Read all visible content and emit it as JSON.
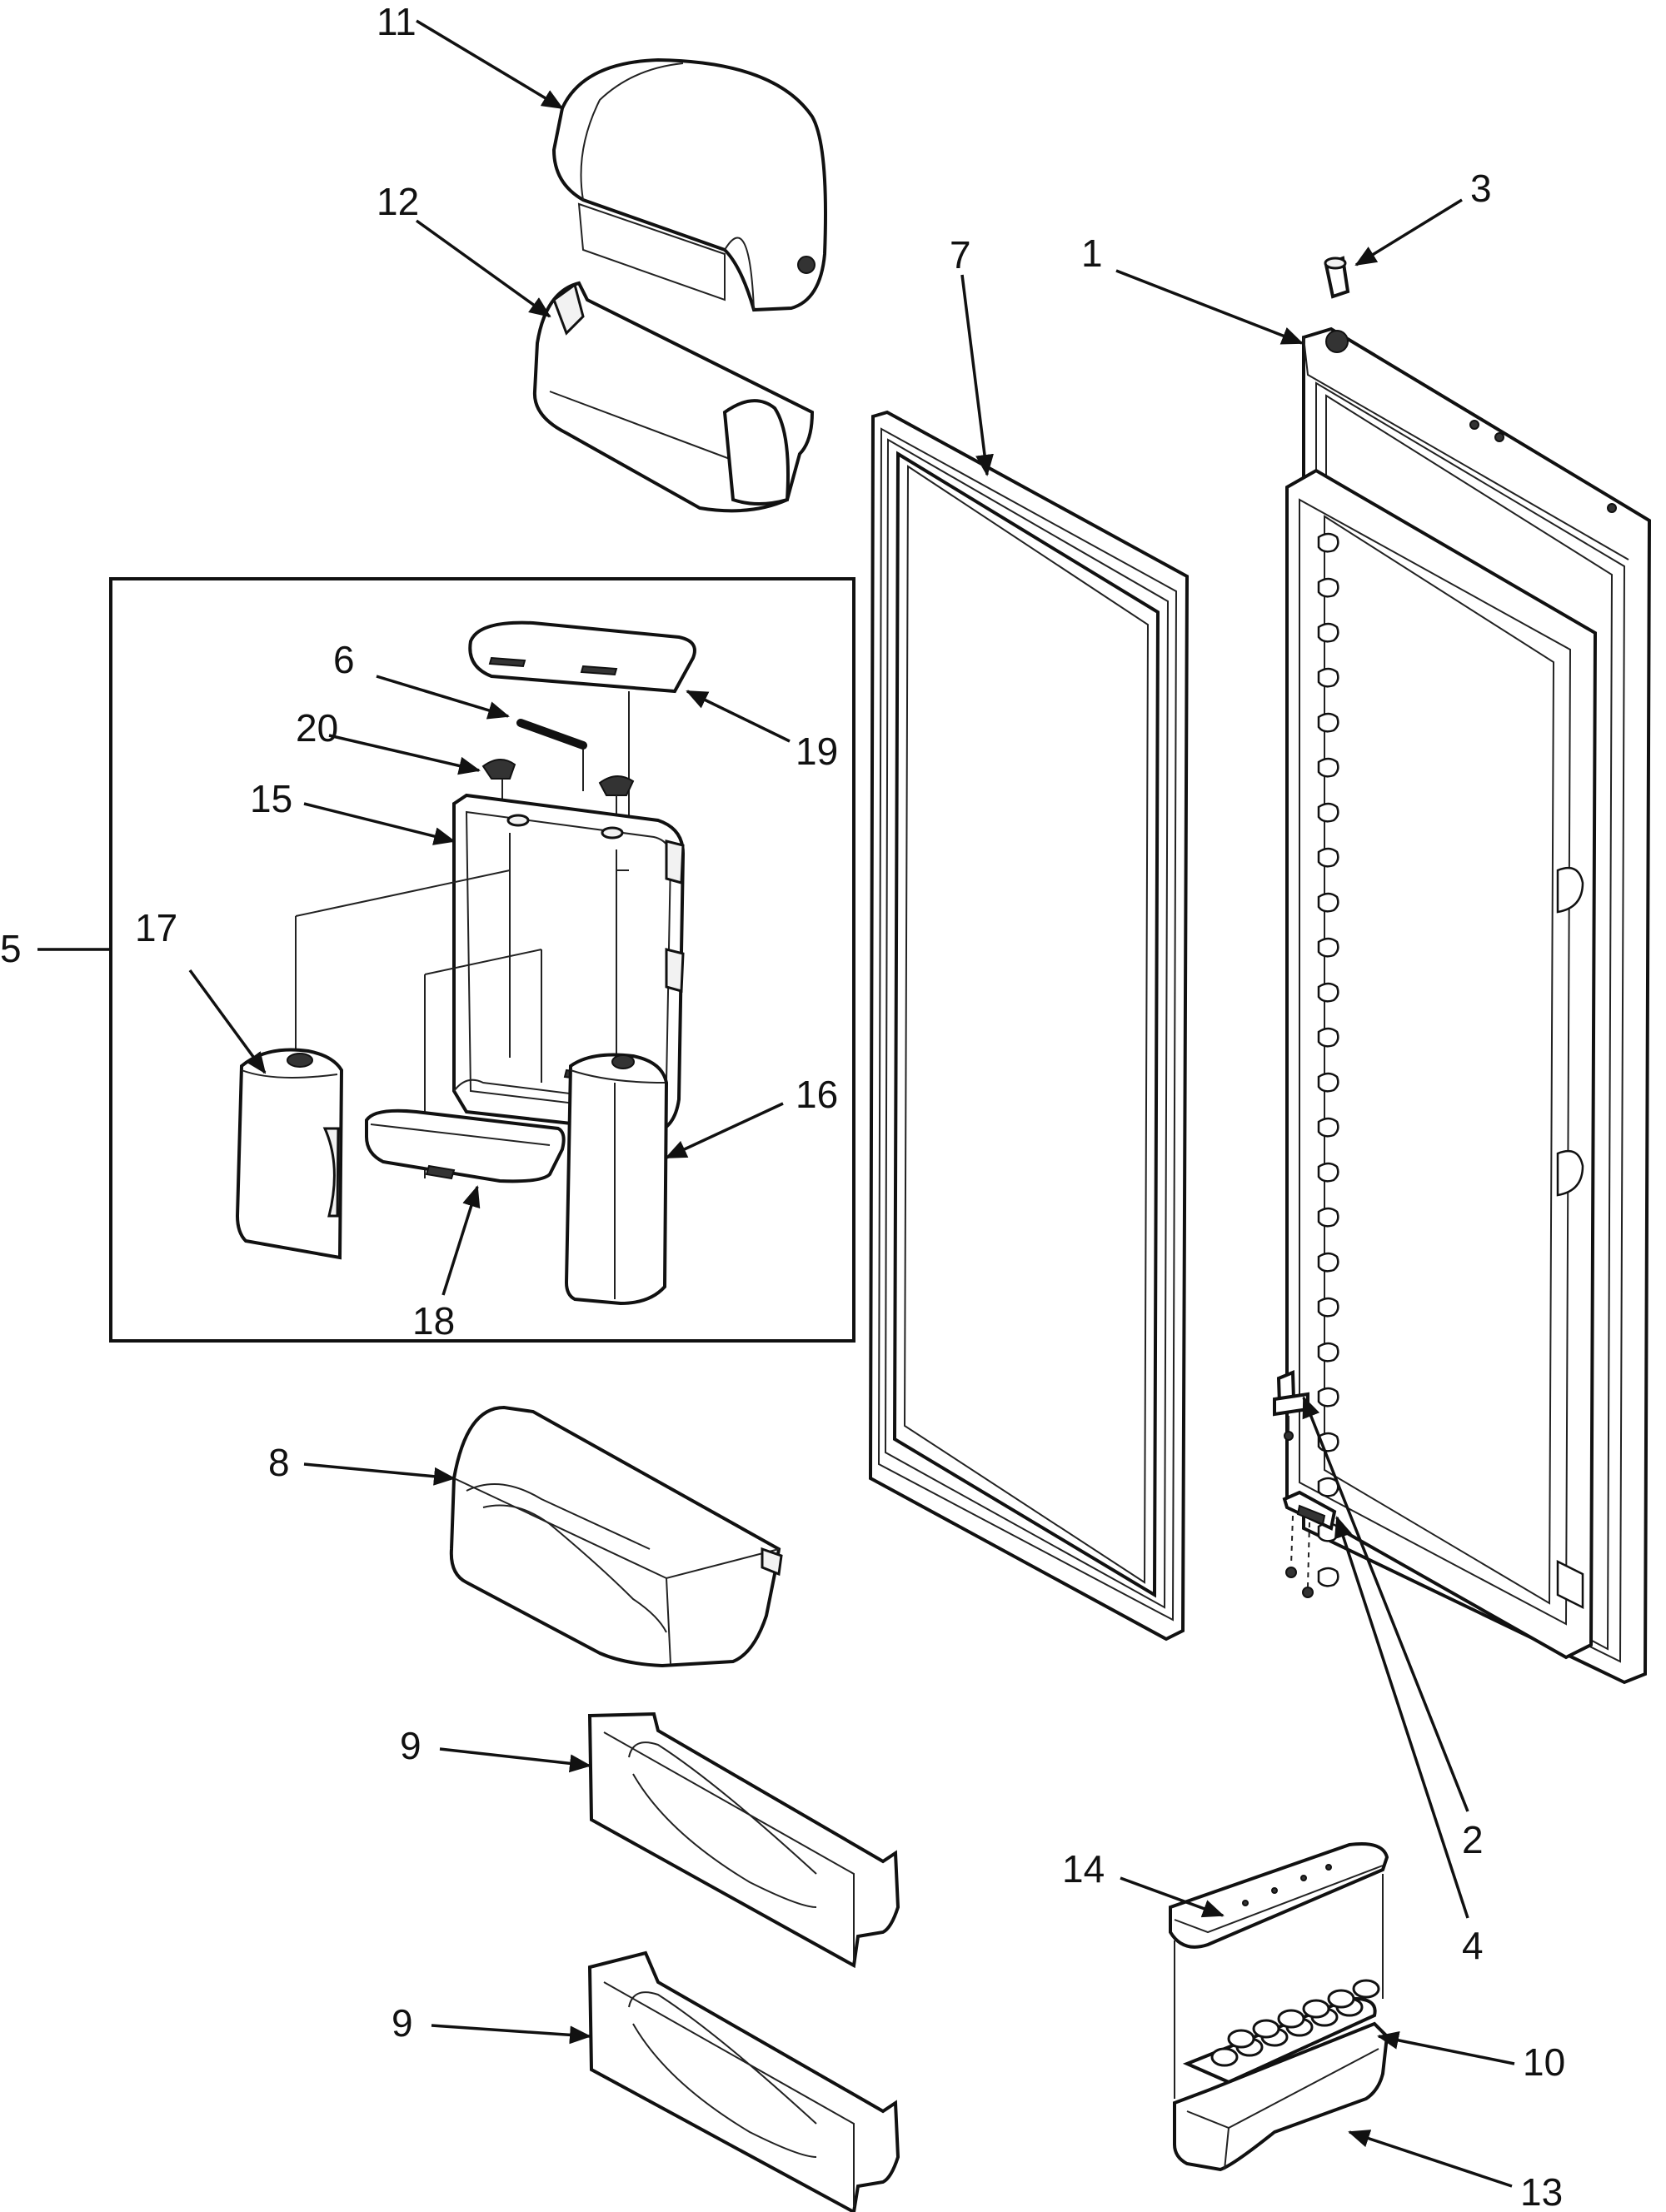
{
  "callouts": {
    "c1": "1",
    "c2": "2",
    "c3": "3",
    "c4": "4",
    "c5": "5",
    "c6": "6",
    "c7": "7",
    "c8": "8",
    "c9a": "9",
    "c9b": "9",
    "c10": "10",
    "c11": "11",
    "c12": "12",
    "c13": "13",
    "c14": "14",
    "c15": "15",
    "c16": "16",
    "c17": "17",
    "c18": "18",
    "c19": "19",
    "c20": "20"
  }
}
